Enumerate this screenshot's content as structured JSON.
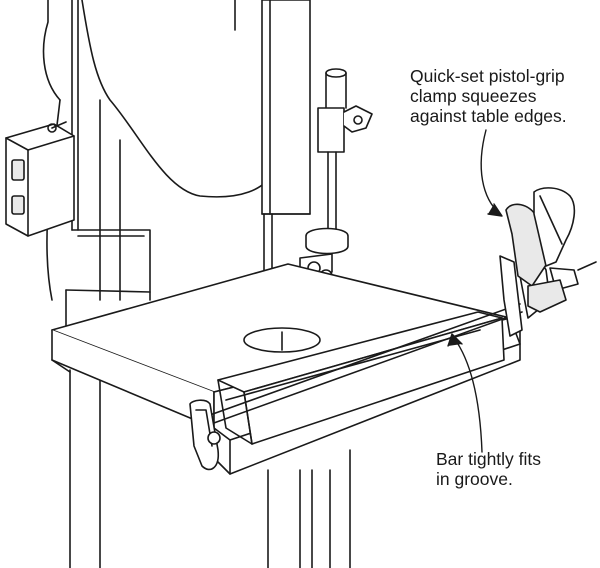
{
  "callouts": {
    "clamp": {
      "lines": [
        "Quick-set pistol-grip",
        "clamp squeezes",
        "against table edges."
      ]
    },
    "bar": {
      "lines": [
        "Bar tightly fits",
        "in groove."
      ]
    }
  },
  "colors": {
    "line": "#1a1a1a",
    "fill": "#ffffff",
    "shade": "#e9e9e9"
  }
}
